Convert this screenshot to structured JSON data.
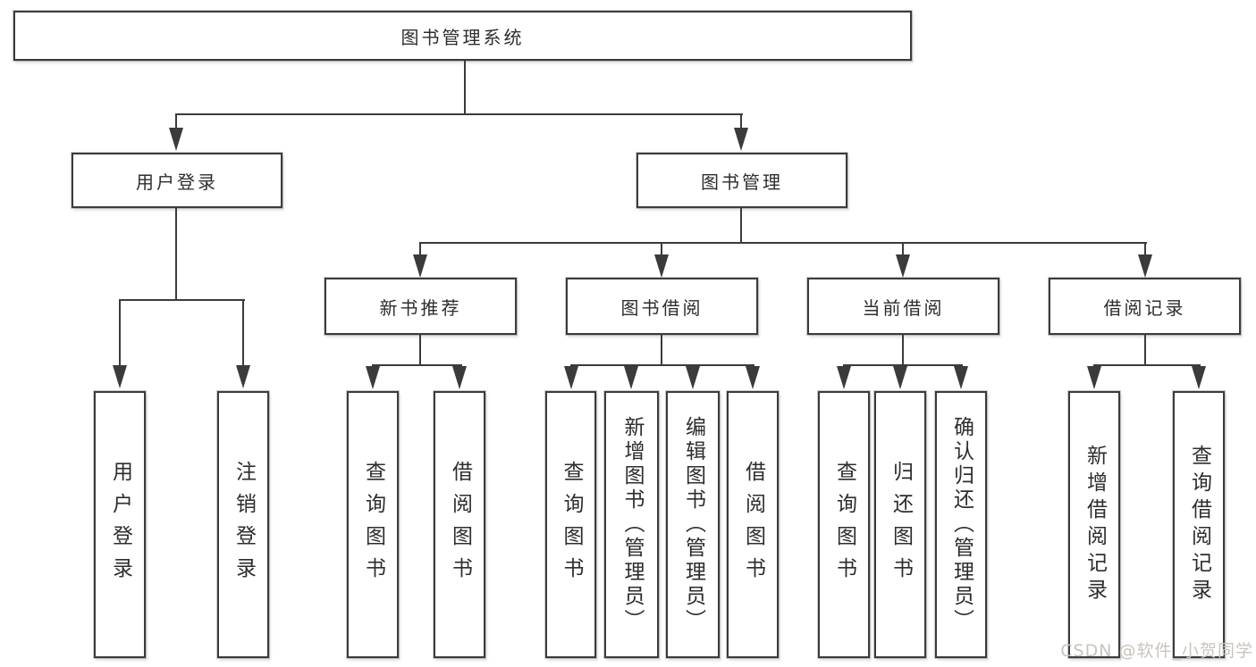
{
  "diagram": {
    "root": {
      "label": "图书管理系统"
    },
    "branches": [
      {
        "label": "用户登录",
        "children": [
          {
            "label": "用户登录"
          },
          {
            "label": "注销登录"
          }
        ]
      },
      {
        "label": "图书管理",
        "children": [
          {
            "label": "新书推荐",
            "children": [
              {
                "label": "查询图书"
              },
              {
                "label": "借阅图书"
              }
            ]
          },
          {
            "label": "图书借阅",
            "children": [
              {
                "label": "查询图书"
              },
              {
                "label": "新增图书（管理员）"
              },
              {
                "label": "编辑图书（管理员）"
              },
              {
                "label": "借阅图书"
              }
            ]
          },
          {
            "label": "当前借阅",
            "children": [
              {
                "label": "查询图书"
              },
              {
                "label": "归还图书"
              },
              {
                "label": "确认归还（管理员）"
              }
            ]
          },
          {
            "label": "借阅记录",
            "children": [
              {
                "label": "新增借阅记录"
              },
              {
                "label": "查询借阅记录"
              }
            ]
          }
        ]
      }
    ]
  },
  "watermark": {
    "text": "CSDN @软件_小贺同学"
  },
  "colors": {
    "line": "#3b3b3b",
    "text": "#2d2d2d",
    "watermark": "#c8c4be",
    "background": "#ffffff"
  }
}
